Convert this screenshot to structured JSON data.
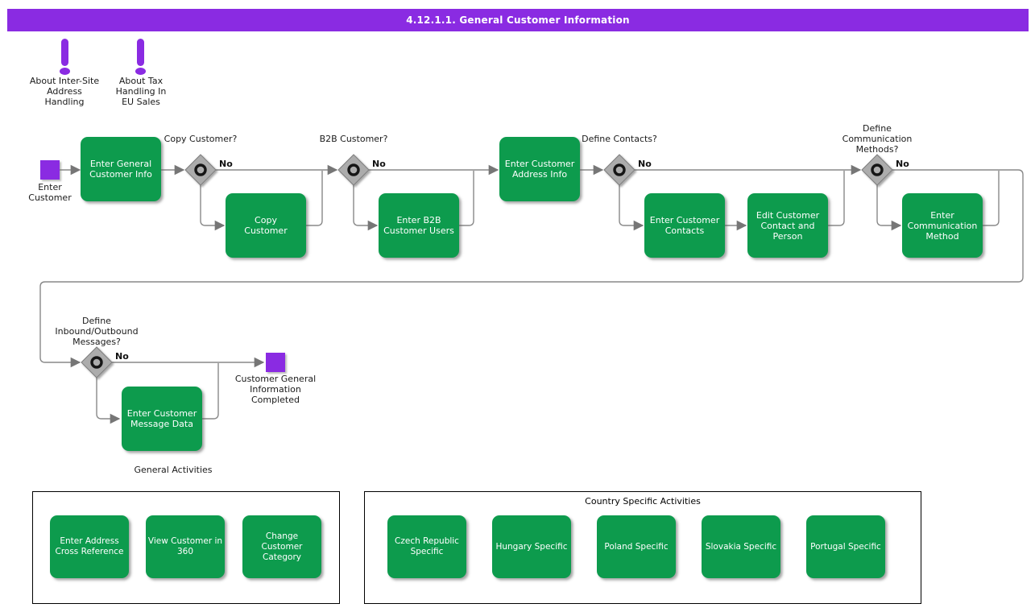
{
  "title": "4.12.1.1. General Customer Information",
  "notes": [
    {
      "label": "About Inter-Site Address Handling"
    },
    {
      "label": "About Tax Handling In EU Sales"
    }
  ],
  "flow": {
    "start": {
      "label": "Enter Customer"
    },
    "end": {
      "label": "Customer General Information Completed"
    },
    "activities": [
      {
        "label": "Enter General Customer Info"
      },
      {
        "label": "Copy Customer"
      },
      {
        "label": "Enter B2B Customer Users"
      },
      {
        "label": "Enter Customer Address Info"
      },
      {
        "label": "Enter Customer Contacts"
      },
      {
        "label": "Edit Customer Contact and Person"
      },
      {
        "label": "Enter Communication Method"
      },
      {
        "label": "Enter Customer Message Data"
      }
    ],
    "decisions": [
      {
        "question": "Copy Customer?",
        "branch_label": "No"
      },
      {
        "question": "B2B Customer?",
        "branch_label": "No"
      },
      {
        "question": "Define Contacts?",
        "branch_label": "No"
      },
      {
        "question": "Define Communication Methods?",
        "branch_label": "No"
      },
      {
        "question": "Define Inbound/Outbound Messages?",
        "branch_label": "No"
      }
    ]
  },
  "groups": [
    {
      "title": "General Activities",
      "items": [
        {
          "label": "Enter Address Cross Reference"
        },
        {
          "label": "View Customer in 360"
        },
        {
          "label": "Change Customer Category"
        }
      ]
    },
    {
      "title": "Country Specific Activities",
      "items": [
        {
          "label": "Czech Republic Specific"
        },
        {
          "label": "Hungary Specific"
        },
        {
          "label": "Poland Specific"
        },
        {
          "label": "Slovakia Specific"
        },
        {
          "label": "Portugal Specific"
        }
      ]
    }
  ],
  "colors": {
    "title_bar": "#8A2BE2",
    "activity_green": "#0D9B4D",
    "connector_gray": "#888888",
    "decision_gray": "#ACACAC",
    "note_purple": "#8A2BE2"
  }
}
